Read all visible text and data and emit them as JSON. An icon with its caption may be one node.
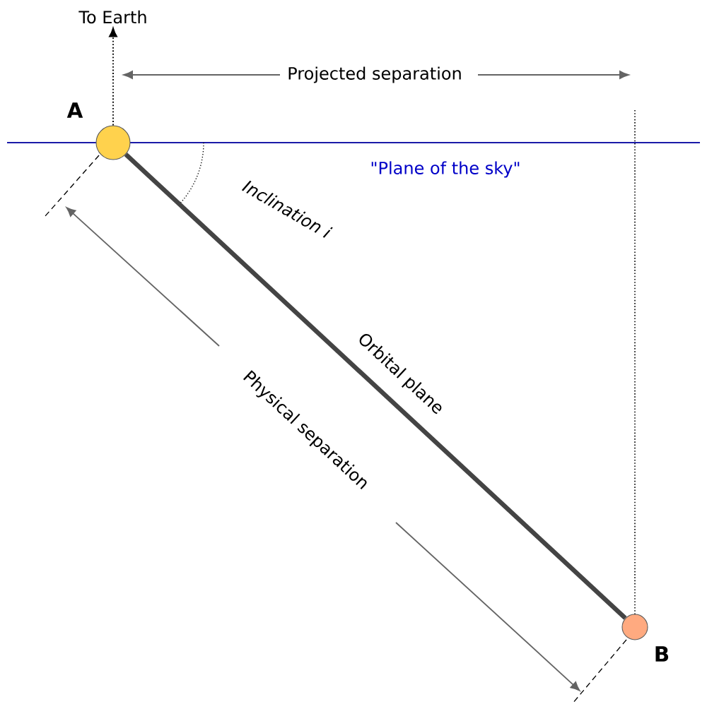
{
  "diagram": {
    "nodes": [
      {
        "text": [],
        "shape": "circle",
        "beside": [
          "A"
        ]
      },
      {
        "text": [],
        "shape": "circle",
        "beside": [
          "B"
        ]
      },
      {
        "text": [
          "To Earth"
        ]
      }
    ],
    "edges": [
      {
        "from": 0,
        "to": 1,
        "arrow": "none",
        "style": "thick",
        "label": "Orbital plane"
      },
      {
        "from": 0,
        "to": 2,
        "arrow": "to",
        "style": "dashed"
      }
    ],
    "labels": [
      "Projected separation",
      "\"Plane of the sky\"",
      "Inclination i",
      "Physical separation"
    ]
  }
}
